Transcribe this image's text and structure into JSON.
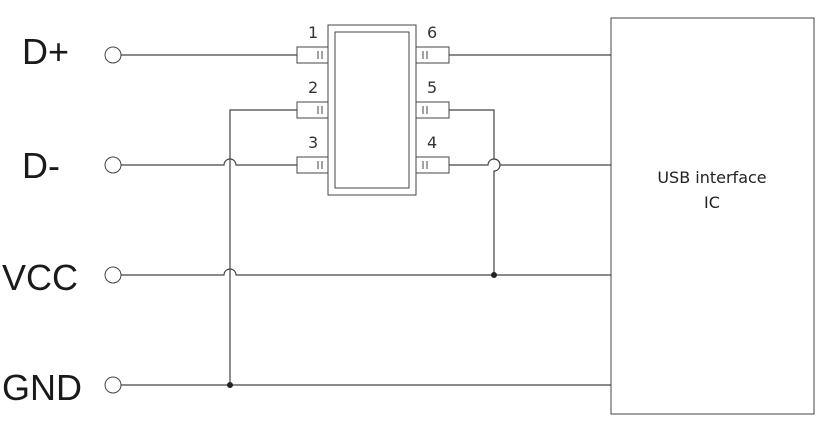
{
  "signals": [
    {
      "key": "dplus",
      "label": "D+"
    },
    {
      "key": "dminus",
      "label": "D-"
    },
    {
      "key": "vcc",
      "label": "VCC"
    },
    {
      "key": "gnd",
      "label": "GND"
    }
  ],
  "pins": [
    "1",
    "2",
    "3",
    "4",
    "5",
    "6"
  ],
  "ic": {
    "line1": "USB interface",
    "line2": "IC"
  },
  "colors": {
    "line": "#444444",
    "text": "#1a1a1a"
  }
}
